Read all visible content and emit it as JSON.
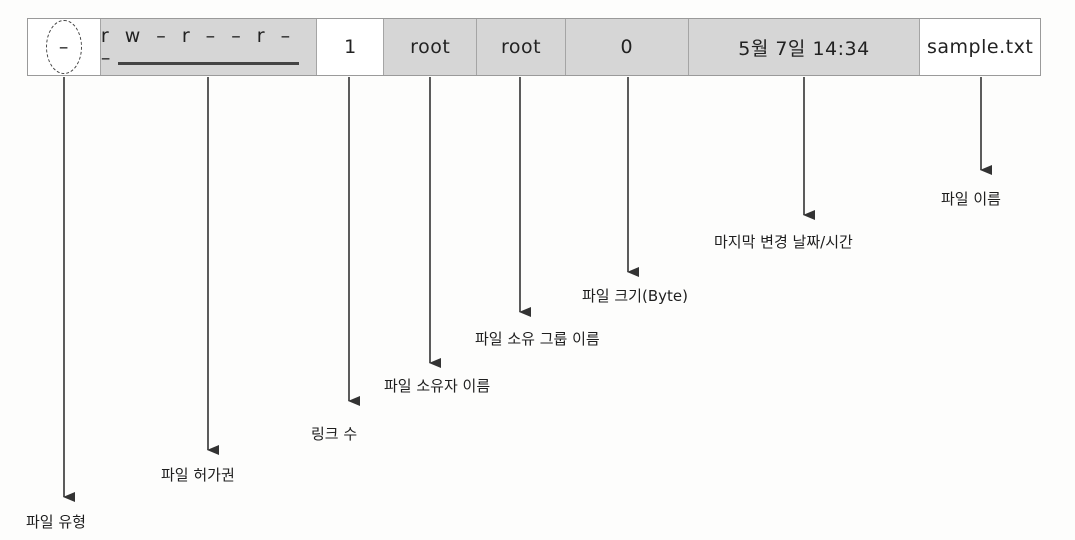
{
  "fields": [
    {
      "key": "type",
      "value": "–"
    },
    {
      "key": "permissions",
      "value": "r w – r – – r – –"
    },
    {
      "key": "links",
      "value": "1"
    },
    {
      "key": "owner",
      "value": "root"
    },
    {
      "key": "group",
      "value": "root"
    },
    {
      "key": "size",
      "value": "0"
    },
    {
      "key": "modified",
      "value": "5월 7일  14:34"
    },
    {
      "key": "name",
      "value": "sample.txt"
    }
  ],
  "labels": {
    "type": "파일 유형",
    "permissions": "파일 허가권",
    "links": "링크 수",
    "owner": "파일 소유자 이름",
    "group": "파일 소유 그룹 이름",
    "size": "파일 크기(Byte)",
    "modified": "마지막 변경 날짜/시간",
    "name": "파일 이름"
  },
  "colors": {
    "shaded_cell": "#d6d6d6",
    "plain_cell": "#ffffff",
    "arrow": "#333333",
    "border": "#9a9a9a"
  }
}
